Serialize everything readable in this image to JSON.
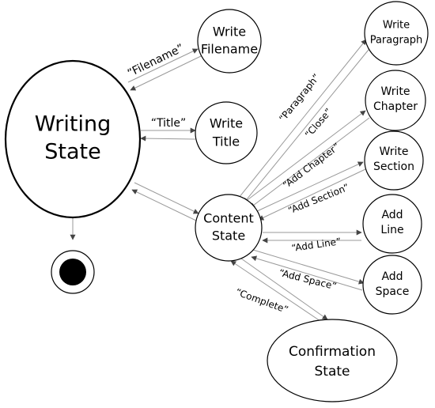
{
  "diagram": {
    "nodes": {
      "writing_state": [
        "Writing",
        "State"
      ],
      "write_filename": [
        "Write",
        "Filename"
      ],
      "write_title": [
        "Write",
        "Title"
      ],
      "content_state": [
        "Content",
        "State"
      ],
      "write_paragraph": [
        "Write",
        "Paragraph"
      ],
      "write_chapter": [
        "Write",
        "Chapter"
      ],
      "write_section": [
        "Write",
        "Section"
      ],
      "add_line": [
        "Add",
        "Line"
      ],
      "add_space": [
        "Add",
        "Space"
      ],
      "confirmation_state": [
        "Confirmation",
        "State"
      ]
    },
    "edge_labels": {
      "filename": "“Filename”",
      "title": "“Title”",
      "paragraph": "“Paragraph”",
      "close": "“Close”",
      "add_chapter": "“Add Chapter”",
      "add_section": "“Add Section”",
      "add_line": "“Add Line”",
      "add_space": "“Add Space”",
      "complete": "“Complete”"
    }
  }
}
